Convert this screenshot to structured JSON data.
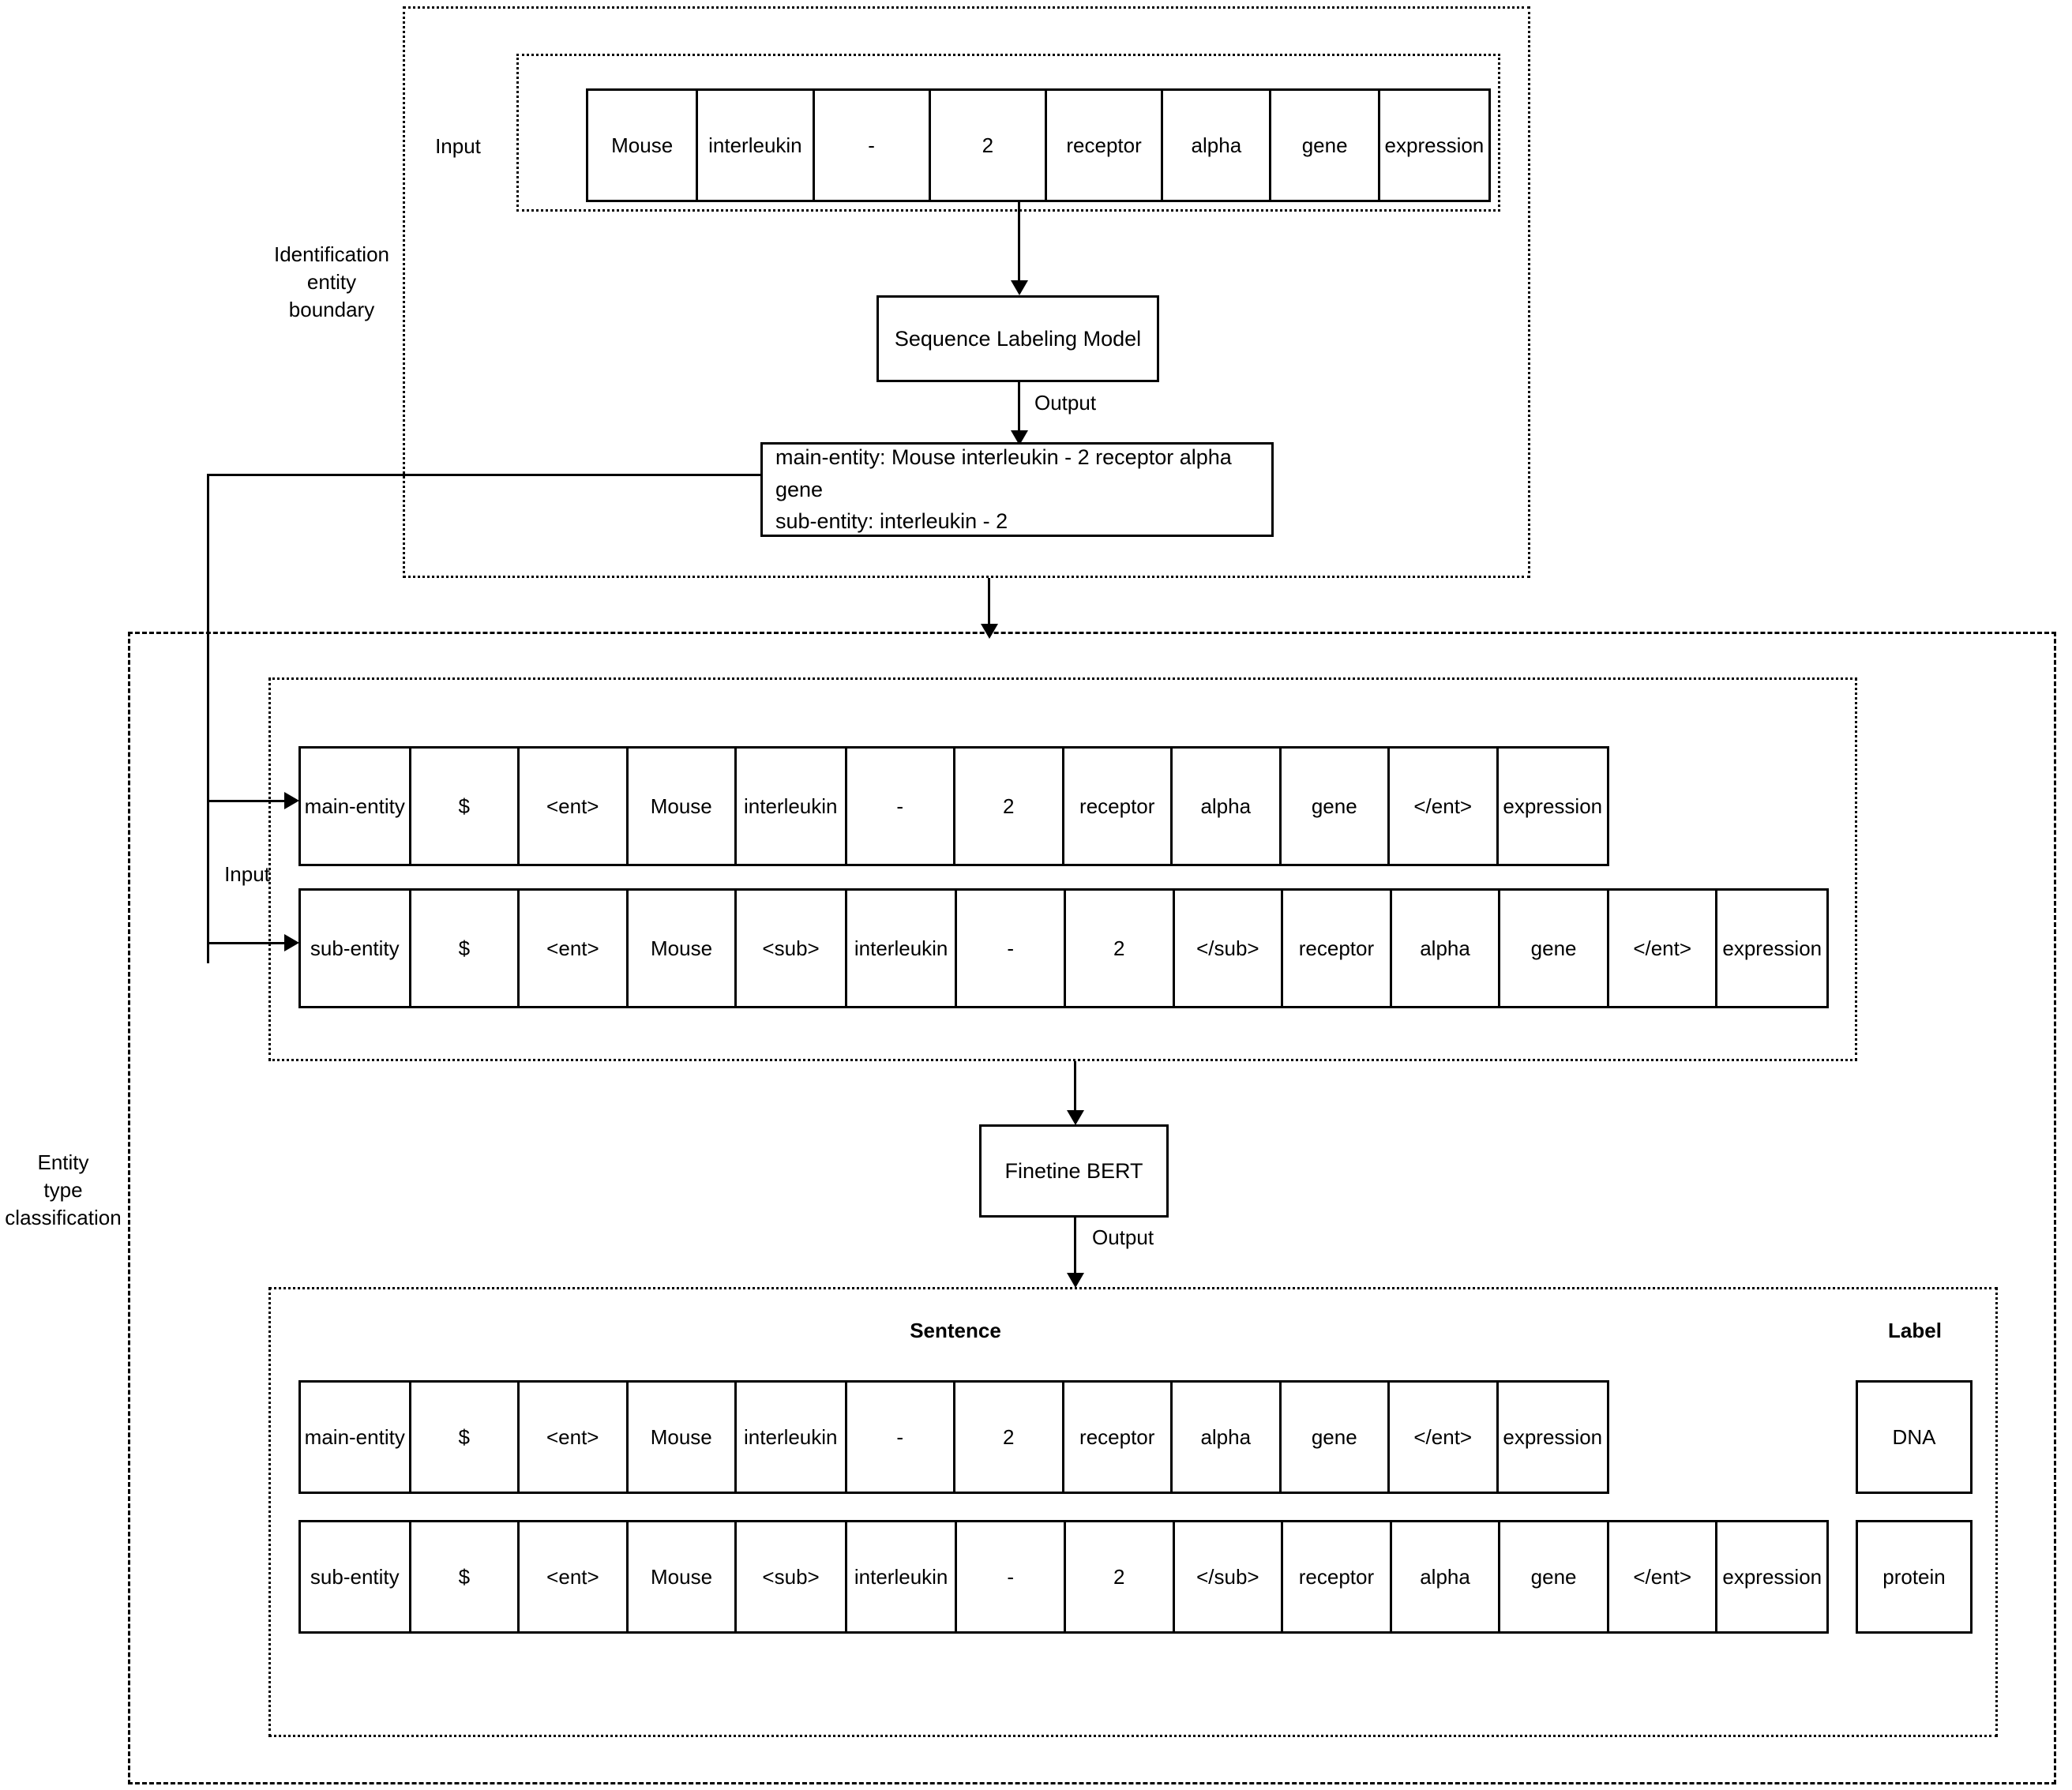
{
  "diagram": {
    "stage_labels": {
      "identification": "Identification\nentity\nboundary",
      "classification": "Entity\ntype\nclassification"
    },
    "stage1": {
      "input_label": "Input",
      "input_tokens": [
        "Mouse",
        "interleukin",
        "-",
        "2",
        "receptor",
        "alpha",
        "gene",
        "expression"
      ],
      "model_label": "Sequence Labeling Model",
      "output_label": "Output",
      "output_lines": [
        "main-entity: Mouse interleukin - 2 receptor alpha gene",
        "sub-entity: interleukin - 2"
      ]
    },
    "stage2": {
      "input_label": "Input",
      "main_entity_row": [
        "main-entity",
        "$",
        "<ent>",
        "Mouse",
        "interleukin",
        "-",
        "2",
        "receptor",
        "alpha",
        "gene",
        "</ent>",
        "expression"
      ],
      "sub_entity_row": [
        "sub-entity",
        "$",
        "<ent>",
        "Mouse",
        "<sub>",
        "interleukin",
        "-",
        "2",
        "</sub>",
        "receptor",
        "alpha",
        "gene",
        "</ent>",
        "expression"
      ],
      "model_label": "Finetine BERT",
      "output_label": "Output"
    },
    "stage3": {
      "sentence_header": "Sentence",
      "label_header": "Label",
      "main_entity_row": [
        "main-entity",
        "$",
        "<ent>",
        "Mouse",
        "interleukin",
        "-",
        "2",
        "receptor",
        "alpha",
        "gene",
        "</ent>",
        "expression"
      ],
      "sub_entity_row": [
        "sub-entity",
        "$",
        "<ent>",
        "Mouse",
        "<sub>",
        "interleukin",
        "-",
        "2",
        "</sub>",
        "receptor",
        "alpha",
        "gene",
        "</ent>",
        "expression"
      ],
      "main_entity_label": "DNA",
      "sub_entity_label": "protein"
    },
    "colors": {
      "stroke": "#000000",
      "background": "#ffffff"
    }
  }
}
